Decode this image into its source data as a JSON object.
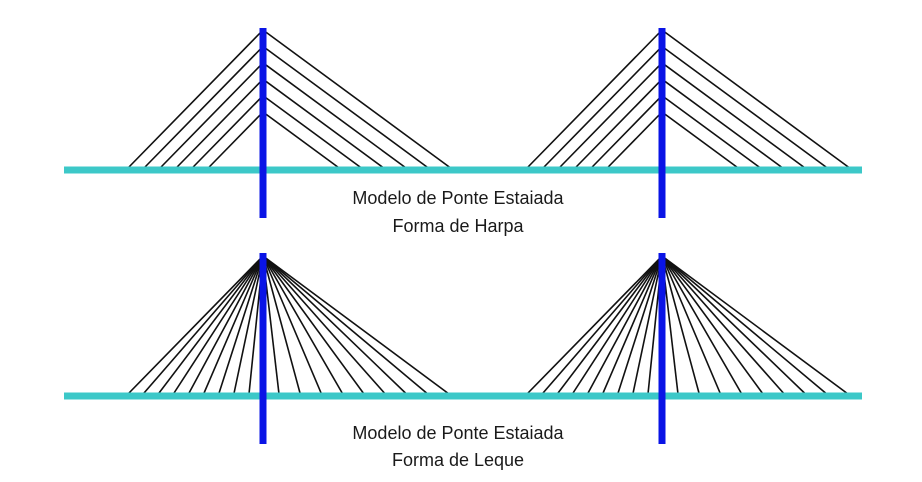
{
  "colors": {
    "background": "#ffffff",
    "deck": "#3cc8c8",
    "pylon": "#0a14e6",
    "cable": "#111111",
    "caption": "#1a1a1a"
  },
  "diagrams": [
    {
      "name": "harp",
      "caption_line1": "Modelo de Ponte Estaiada",
      "caption_line2": "Forma de Harpa",
      "pylon_count": 2,
      "cables_per_side": 6,
      "cable_arrangement": "parallel"
    },
    {
      "name": "fan",
      "caption_line1": "Modelo de Ponte Estaiada",
      "caption_line2": "Forma de Leque",
      "pylon_count": 2,
      "cables_per_side": 9,
      "cable_arrangement": "converging at top"
    }
  ]
}
